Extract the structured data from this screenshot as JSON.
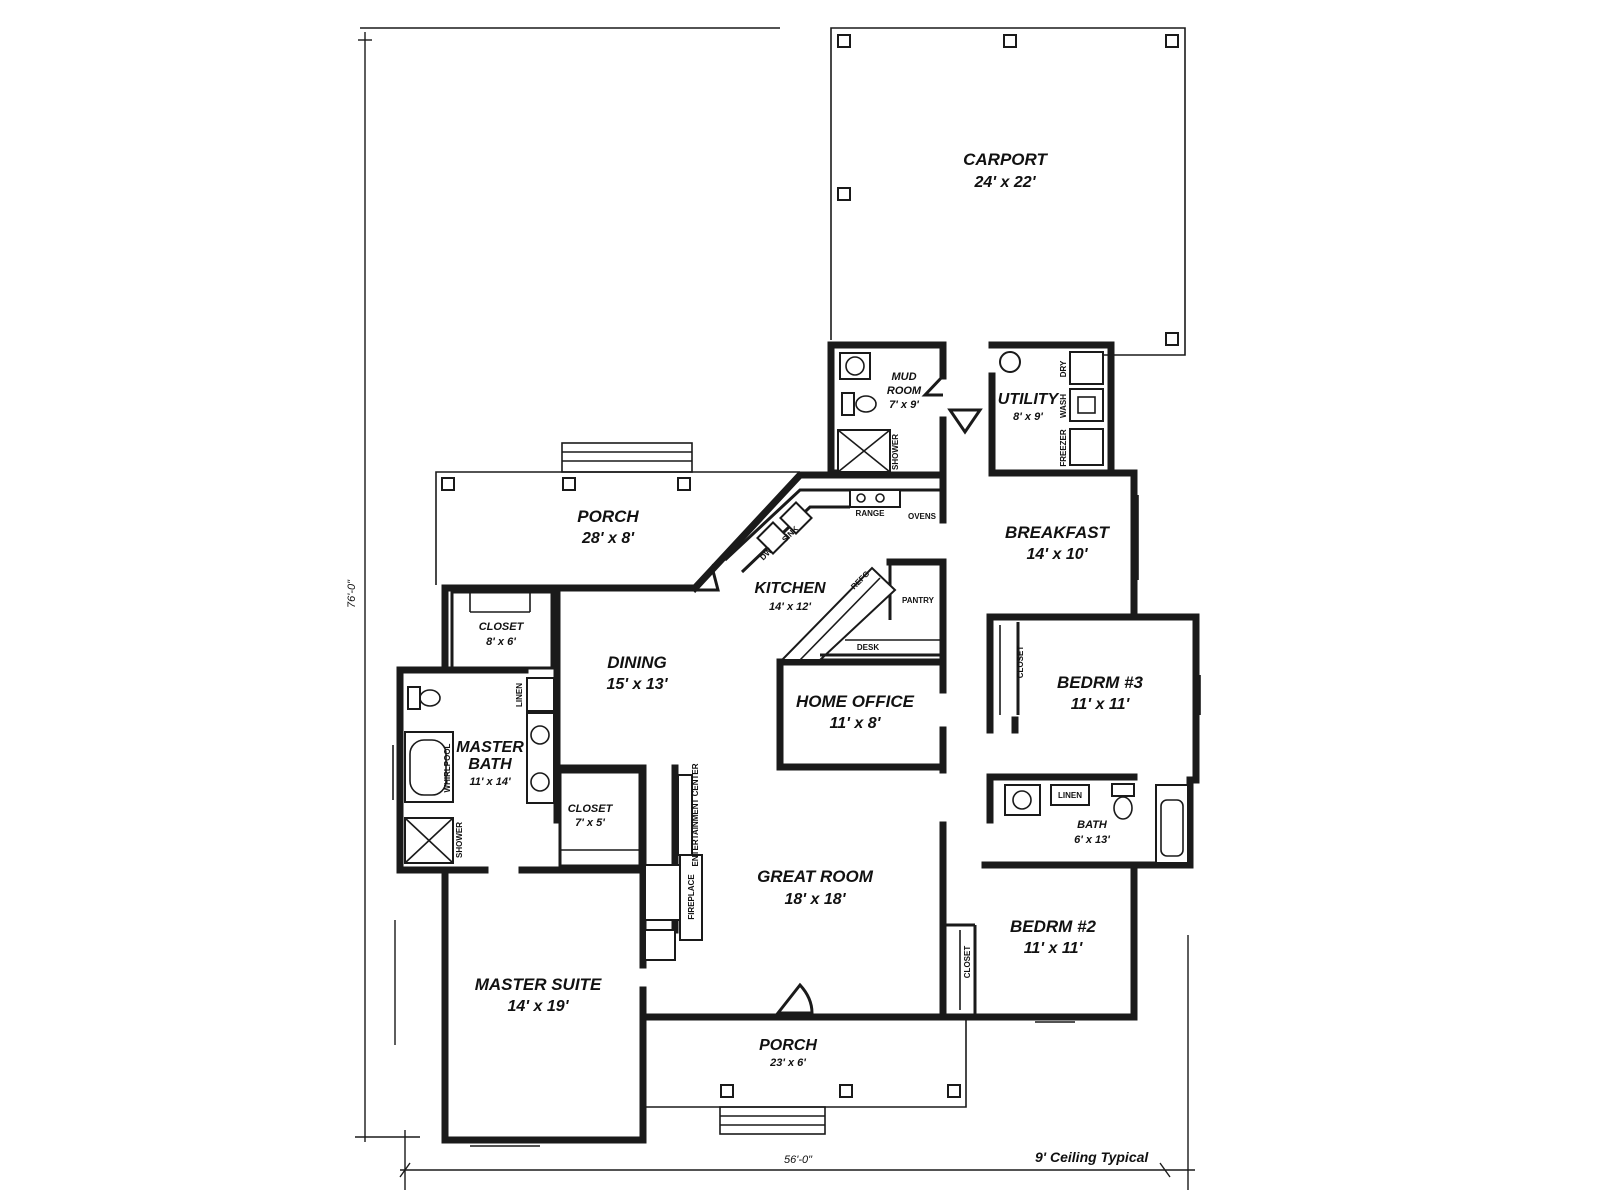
{
  "rooms": {
    "carport": {
      "name": "CARPORT",
      "size": "24' x 22'"
    },
    "mud_room": {
      "name_line1": "MUD",
      "name_line2": "ROOM",
      "size": "7' x 9'"
    },
    "utility": {
      "name": "UTILITY",
      "size": "8' x 9'"
    },
    "porch_rear": {
      "name": "PORCH",
      "size": "28' x 8'"
    },
    "breakfast": {
      "name": "BREAKFAST",
      "size": "14' x 10'"
    },
    "kitchen": {
      "name": "KITCHEN",
      "size": "14' x 12'"
    },
    "dining": {
      "name": "DINING",
      "size": "15' x 13'"
    },
    "closet_upper": {
      "name": "CLOSET",
      "size": "8' x 6'"
    },
    "home_office": {
      "name": "HOME OFFICE",
      "size": "11' x 8'"
    },
    "bedroom3": {
      "name": "BEDRM #3",
      "size": "11' x 11'"
    },
    "master_bath": {
      "name_line1": "MASTER",
      "name_line2": "BATH",
      "size": "11' x 14'"
    },
    "closet_lower": {
      "name": "CLOSET",
      "size": "7' x 5'"
    },
    "bath": {
      "name": "BATH",
      "size": "6' x 13'"
    },
    "great_room": {
      "name": "GREAT ROOM",
      "size": "18' x 18'"
    },
    "bedroom2": {
      "name": "BEDRM #2",
      "size": "11' x 11'"
    },
    "master_suite": {
      "name": "MASTER SUITE",
      "size": "14' x 19'"
    },
    "porch_front": {
      "name": "PORCH",
      "size": "23' x 6'"
    }
  },
  "fixtures": {
    "range": "RANGE",
    "ovens": "OVENS",
    "dw": "DW",
    "sink": "SINK",
    "refrig": "REFG",
    "pantry": "PANTRY",
    "desk": "DESK",
    "closet": "CLOSET",
    "linen": "LINEN",
    "whirlpool": "WHIRLPOOL",
    "shower": "SHOWER",
    "entertainment_center": "ENTERTAINMENT CENTER",
    "fireplace": "FIREPLACE",
    "dry": "DRY",
    "wash": "WASH",
    "freezer": "FREEZER"
  },
  "dimensions": {
    "width": "56'-0\"",
    "depth": "76'-0\""
  },
  "notes": {
    "ceiling": "9' Ceiling Typical"
  }
}
